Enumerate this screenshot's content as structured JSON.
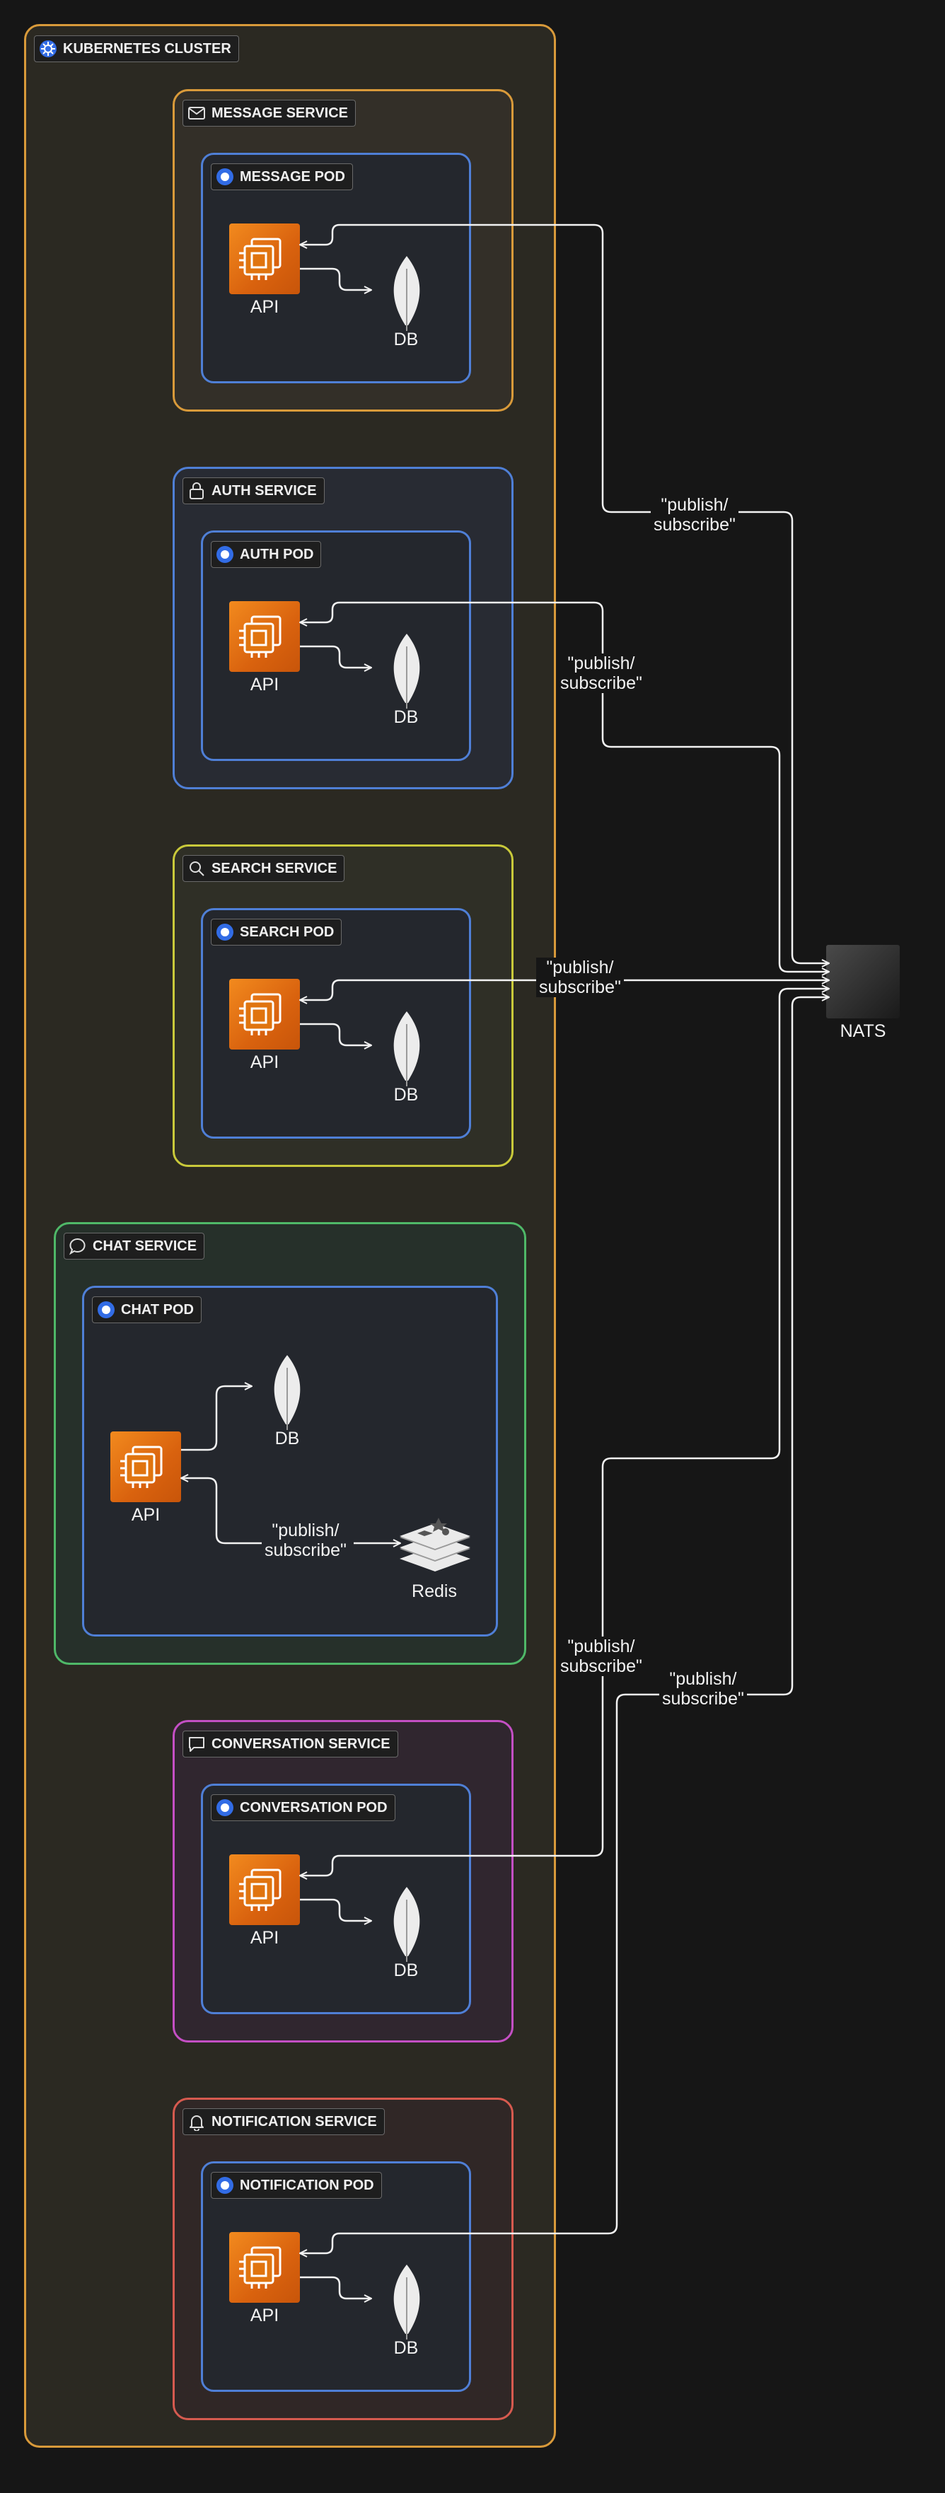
{
  "cluster": {
    "label": "KUBERNETES CLUSTER"
  },
  "services": [
    {
      "label": "MESSAGE SERVICE",
      "pod": "MESSAGE POD",
      "api": "API",
      "db": "DB"
    },
    {
      "label": "AUTH SERVICE",
      "pod": "AUTH POD",
      "api": "API",
      "db": "DB"
    },
    {
      "label": "SEARCH SERVICE",
      "pod": "SEARCH POD",
      "api": "API",
      "db": "DB"
    },
    {
      "label": "CHAT SERVICE",
      "pod": "CHAT POD",
      "api": "API",
      "db": "DB",
      "cache": "Redis",
      "cache_edge": "\"publish/\nsubscribe\""
    },
    {
      "label": "CONVERSATION SERVICE",
      "pod": "CONVERSATION POD",
      "api": "API",
      "db": "DB"
    },
    {
      "label": "NOTIFICATION SERVICE",
      "pod": "NOTIFICATION POD",
      "api": "API",
      "db": "DB"
    }
  ],
  "broker": {
    "label": "NATS"
  },
  "edge_labels": [
    "\"publish/\nsubscribe\"",
    "\"publish/\nsubscribe\"",
    "\"publish/\nsubscribe\"",
    "\"publish/\nsubscribe\"",
    "\"publish/\nsubscribe\""
  ],
  "colors": {
    "cluster": "#d99a3a",
    "message": "#d99a3a",
    "auth": "#4f7fd6",
    "search": "#c9c93a",
    "chat": "#4fb868",
    "conversation": "#c44fc4",
    "notification": "#d65a4f",
    "pod": "#4f7fd6"
  }
}
